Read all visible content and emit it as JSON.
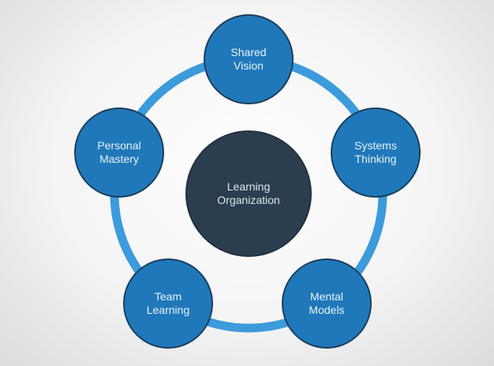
{
  "diagram": {
    "center": {
      "label": "Learning Organization"
    },
    "disciplines": [
      {
        "label": "Shared Vision"
      },
      {
        "label": "Systems Thinking"
      },
      {
        "label": "Mental Models"
      },
      {
        "label": "Team Learning"
      },
      {
        "label": "Personal Mastery"
      }
    ]
  },
  "colors": {
    "ring": "#3b9bdb",
    "node": "#1f78b9",
    "center": "#2b3e50"
  }
}
